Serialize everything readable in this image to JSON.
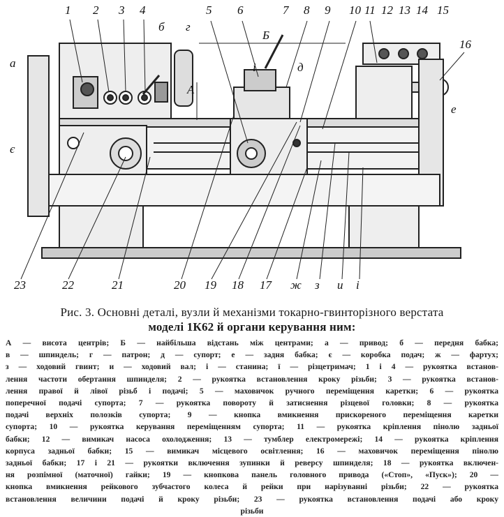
{
  "figure": {
    "top_labels": [
      "1",
      "2",
      "3",
      "4",
      "5",
      "6",
      "7",
      "8",
      "9",
      "10",
      "11",
      "12",
      "13",
      "14",
      "15",
      "16"
    ],
    "letter_labels": {
      "a": "а",
      "b": "б",
      "g": "г",
      "B": "Б",
      "A": "А",
      "i": "і",
      "d": "д",
      "e": "е",
      "ye": "є"
    },
    "bottom_labels": [
      "23",
      "22",
      "21",
      "20",
      "19",
      "18",
      "17",
      "ж",
      "з",
      "и",
      "і"
    ]
  },
  "caption": {
    "title_lines": [
      "Рис. 3. Основні деталі, вузли й механізми токарно-гвинторізного верстата",
      "моделі 1К62 й органи керування ним:"
    ],
    "body_lines": [
      "А — висота центрів; Б — найбільша відстань між центрами; а — привод; б — передня бабка;",
      "в — шпиндель; г — патрон; д — супорт; е — задня бабка; є — коробка подач; ж — фартух;",
      "з — ходовий гвинт; и — ходовий вал; і — станина; ї — різцетримач; 1 і 4 — рукоятка встанов-",
      "лення частоти обертання шпинделя; 2 — рукоятка встановлення кроку різьби; 3 — рукоятка встанов-",
      "лення правої й лівої різьб і подачі; 5 — маховичок ручного переміщення каретки; 6 — рукоятка",
      "поперечної подачі супорта; 7 — рукоятка повороту й затиснення різцевої головки; 8 — рукоятка",
      "подачі верхніх полозків супорта; 9 — кнопка вмикнення прискореного переміщення каретки",
      "супорта; 10 — рукоятка керування переміщенням супорта; 11 — рукоятка кріплення пінолю задньої",
      "бабки; 12 — вимикач насоса охолодження; 13 — тумблер електромережі; 14 — рукоятка кріплення",
      "корпуса задньої бабки; 15 — вимикач місцевого освітлення; 16 — маховичок переміщення пінолю",
      "задньої бабки; 17 і 21 — рукоятки включення зупинки й реверсу шпинделя; 18 — рукоятка включен-",
      "ня розпімної (маточної) гайки; 19 — кнопкова панель головного привода («Стоп», «Пуск»); 20 —",
      "кнопка вмикнення рейкового зубчастого колеса й рейки при нарізуванні різьби; 22 — рукоятка",
      "встановлення величини подачі й кроку різьби; 23 — рукоятка встановлення подачі або кроку",
      "різьби"
    ]
  }
}
